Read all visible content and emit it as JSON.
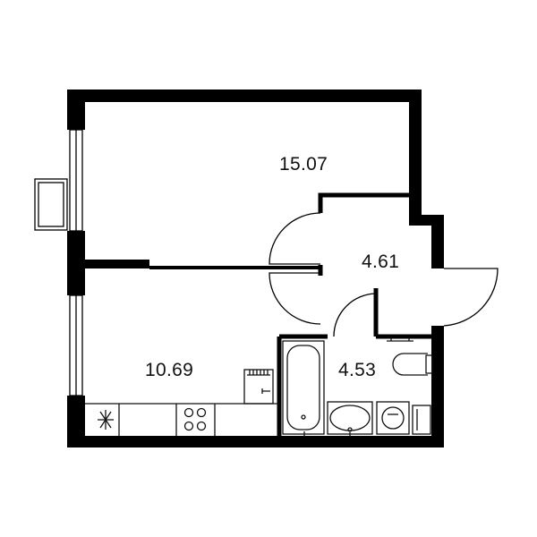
{
  "rooms": {
    "bedroom": {
      "area": "15.07"
    },
    "hallway": {
      "area": "4.61"
    },
    "kitchen": {
      "area": "10.69"
    },
    "bathroom": {
      "area": "4.53"
    }
  },
  "colors": {
    "wall": "#000000",
    "fixture": "#111111",
    "background": "#ffffff"
  }
}
